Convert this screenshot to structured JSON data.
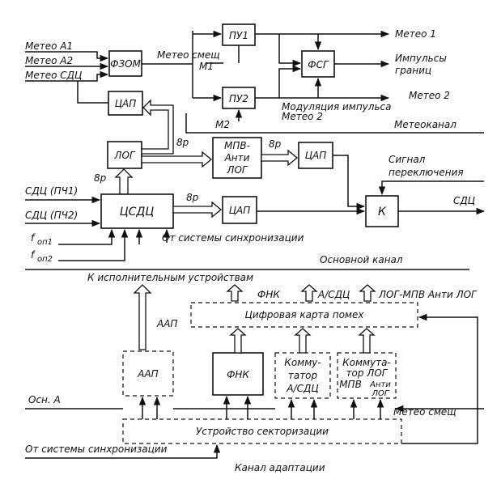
{
  "blocks": {
    "fzom": "ФЗОМ",
    "pu1": "ПУ1",
    "pu2": "ПУ2",
    "fsg": "ФСГ",
    "cap_top": "ЦАП",
    "log": "ЛОГ",
    "mpv_line1": "МПВ-",
    "mpv_line2": "Анти",
    "mpv_line3": "ЛОГ",
    "cap_mid": "ЦАП",
    "csdc": "ЦСДЦ",
    "cap_low": "ЦАП",
    "k": "К",
    "dmap": "Цифровая  карта  помех",
    "aap": "ААП",
    "fnk": "ФНК",
    "komm1_line1": "Комму-",
    "komm1_line2": "татор",
    "komm1_line3": "А/СДЦ",
    "komm2_line1": "Коммута-",
    "komm2_line2": "тор  ЛОГ",
    "komm2_line3": "МПВ",
    "komm2_line4": "Анти",
    "komm2_line5": "ЛОГ",
    "sector": "Устройство  секторизации"
  },
  "labels": {
    "meteo_a1": "Метео А1",
    "meteo_a2": "Метео А2",
    "meteo_sdc": "Метео СДЦ",
    "meteo_smesh_top": "Метео смещ",
    "m1": "М1",
    "m2": "М2",
    "meteo1": "Метео 1",
    "impulses_line1": "Импульсы",
    "impulses_line2": "границ",
    "meteo2": "Метео 2",
    "modulation_line1": "Модуляция  импульса",
    "modulation_line2": "Метео 2",
    "meteo_channel": "Метеоканал",
    "bits_log_mpv": "8р",
    "bits_mpv_cap": "8р",
    "bits_csdc_log": "8р",
    "bits_csdc_cap": "8р",
    "signal_line1": "Сигнал",
    "signal_line2": "переключения",
    "sdc_in1": "СДЦ (ПЧ1)",
    "sdc_in2": "СДЦ (ПЧ2)",
    "sdc_out": "СДЦ",
    "f_on1": "f",
    "f_on1_sub": "оп1",
    "f_on2": "f",
    "f_on2_sub": "оп2",
    "from_sync_top": "От системы синхронизации",
    "main_channel": "Основной  канал",
    "to_actuators": "К исполнительным устройствам",
    "aap_side": "ААП",
    "fnk_top": "ФНК",
    "a_sdc_top": "А/СДЦ",
    "log_mpv_top": "ЛОГ-МПВ Анти ЛОГ",
    "osn_a": "Осн. А",
    "meteo_smesh_bottom": "Метео смещ",
    "from_sync_bottom": "От системы синхронизации",
    "adapt_channel": "Канал  адаптации"
  }
}
